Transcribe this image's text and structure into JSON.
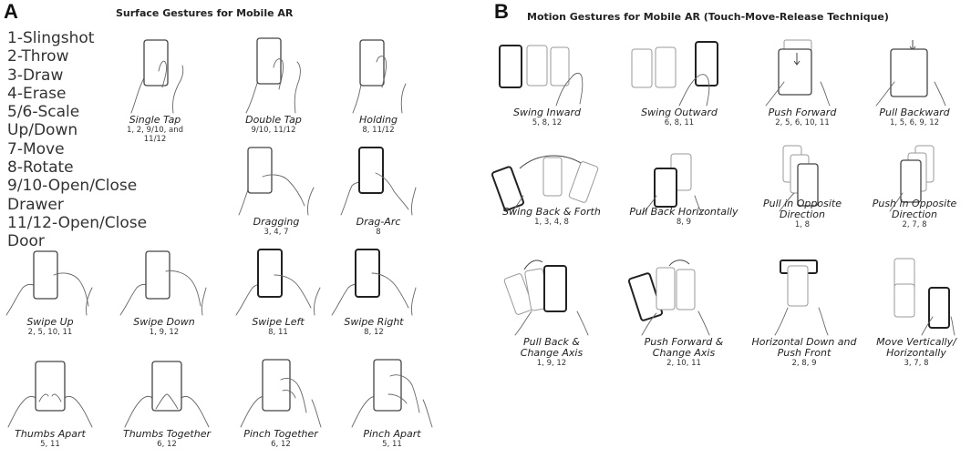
{
  "panels": {
    "a": {
      "letter": "A",
      "title": "Surface Gestures for Mobile AR",
      "legend": [
        "1-Slingshot",
        "2-Throw",
        "3-Draw",
        "4-Erase",
        "5/6-Scale",
        "Up/Down",
        "7-Move",
        "8-Rotate",
        "9/10-Open/Close",
        "Drawer",
        "11/12-Open/Close",
        "Door"
      ],
      "gestures": [
        {
          "name": "Single Tap",
          "nums": [
            "1, 2, 9/10, and",
            "11/12"
          ]
        },
        {
          "name": "Double Tap",
          "nums": [
            "9/10, 11/12"
          ]
        },
        {
          "name": "Holding",
          "nums": [
            "8, 11/12"
          ]
        },
        {
          "name": "Dragging",
          "nums": [
            "3, 4, 7"
          ]
        },
        {
          "name": "Drag-Arc",
          "nums": [
            "8"
          ]
        },
        {
          "name": "Swipe Up",
          "nums": [
            "2, 5, 10, 11"
          ]
        },
        {
          "name": "Swipe Down",
          "nums": [
            "1, 9, 12"
          ]
        },
        {
          "name": "Swipe Left",
          "nums": [
            "8, 11"
          ]
        },
        {
          "name": "Swipe Right",
          "nums": [
            "8, 12"
          ]
        },
        {
          "name": "Thumbs Apart",
          "nums": [
            "5, 11"
          ]
        },
        {
          "name": "Thumbs Together",
          "nums": [
            "6, 12"
          ]
        },
        {
          "name": "Pinch Together",
          "nums": [
            "6, 12"
          ]
        },
        {
          "name": "Pinch Apart",
          "nums": [
            "5, 11"
          ]
        }
      ]
    },
    "b": {
      "letter": "B",
      "title": "Motion Gestures for Mobile AR (Touch-Move-Release Technique)",
      "gestures": [
        {
          "name": "Swing Inward",
          "nums": [
            "5, 8, 12"
          ]
        },
        {
          "name": "Swing Outward",
          "nums": [
            "6, 8, 11"
          ]
        },
        {
          "name": "Push Forward",
          "nums": [
            "2, 5, 6, 10, 11"
          ]
        },
        {
          "name": "Pull Backward",
          "nums": [
            "1, 5, 6, 9, 12"
          ]
        },
        {
          "name": "Swing Back & Forth",
          "nums": [
            "1, 3, 4, 8"
          ]
        },
        {
          "name": "Pull Back Horizontally",
          "nums": [
            "8, 9"
          ]
        },
        {
          "name": "Pull in Opposite",
          "name2": "Direction",
          "nums": [
            "1, 8"
          ]
        },
        {
          "name": "Push in Opposite",
          "name2": "Direction",
          "nums": [
            "2, 7, 8"
          ]
        },
        {
          "name": "Pull Back &",
          "name2": "Change Axis",
          "nums": [
            "1, 9, 12"
          ]
        },
        {
          "name": "Push Forward &",
          "name2": "Change Axis",
          "nums": [
            "2, 10, 11"
          ]
        },
        {
          "name": "Horizontal Down and",
          "name2": "Push Front",
          "nums": [
            "2, 8, 9"
          ]
        },
        {
          "name": "Move Vertically/",
          "name2": "Horizontally",
          "nums": [
            "3, 7, 8"
          ]
        }
      ]
    }
  }
}
